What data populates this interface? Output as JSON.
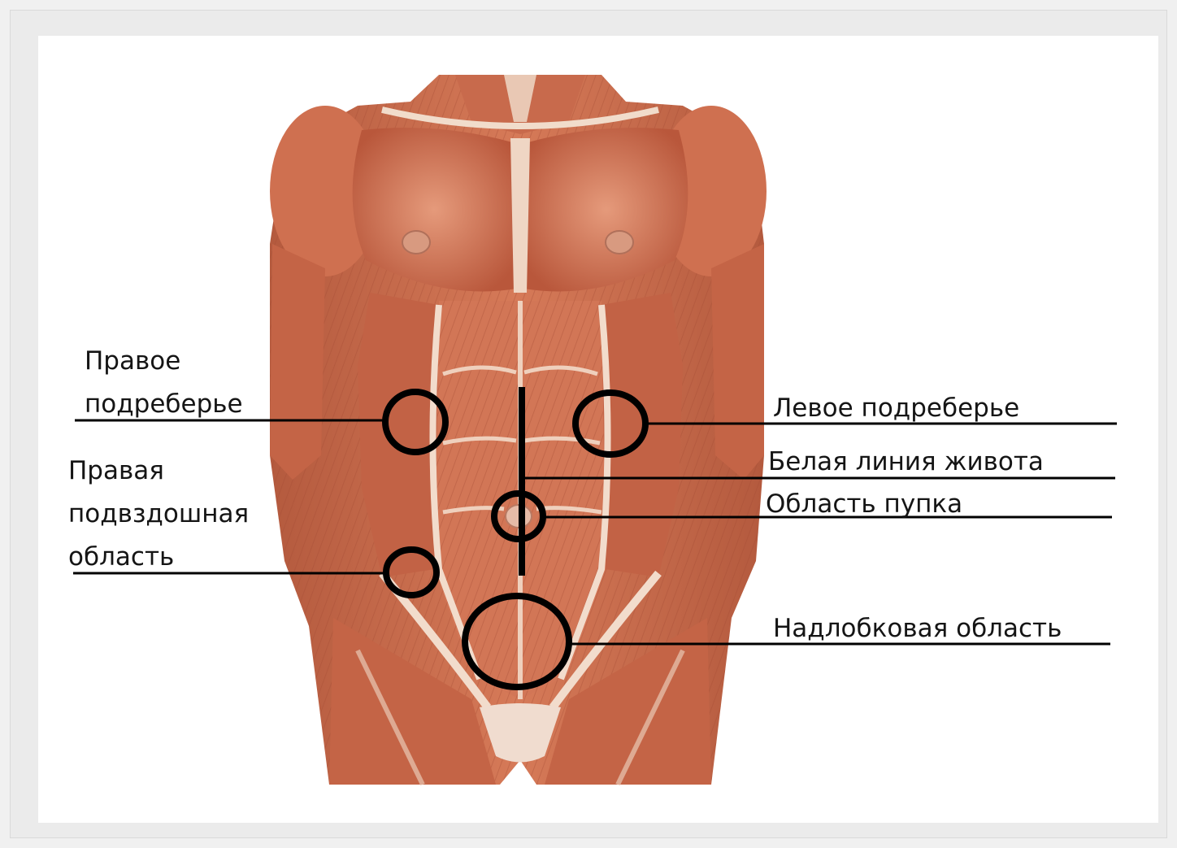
{
  "labels": {
    "right_hypochondrium": "Правое\nподреберье",
    "left_hypochondrium": "Левое подреберье",
    "linea_alba": "Белая линия живота",
    "umbilical_region": "Область пупка",
    "right_iliac_region": "Правая\nподвздошная\nобласть",
    "suprapubic_region": "Надлобковая область"
  },
  "colors": {
    "muscle": "#c8684a",
    "muscle_light": "#e39a7c",
    "tendon": "#f1dccb",
    "markers": "#000000",
    "background": "#ffffff"
  }
}
